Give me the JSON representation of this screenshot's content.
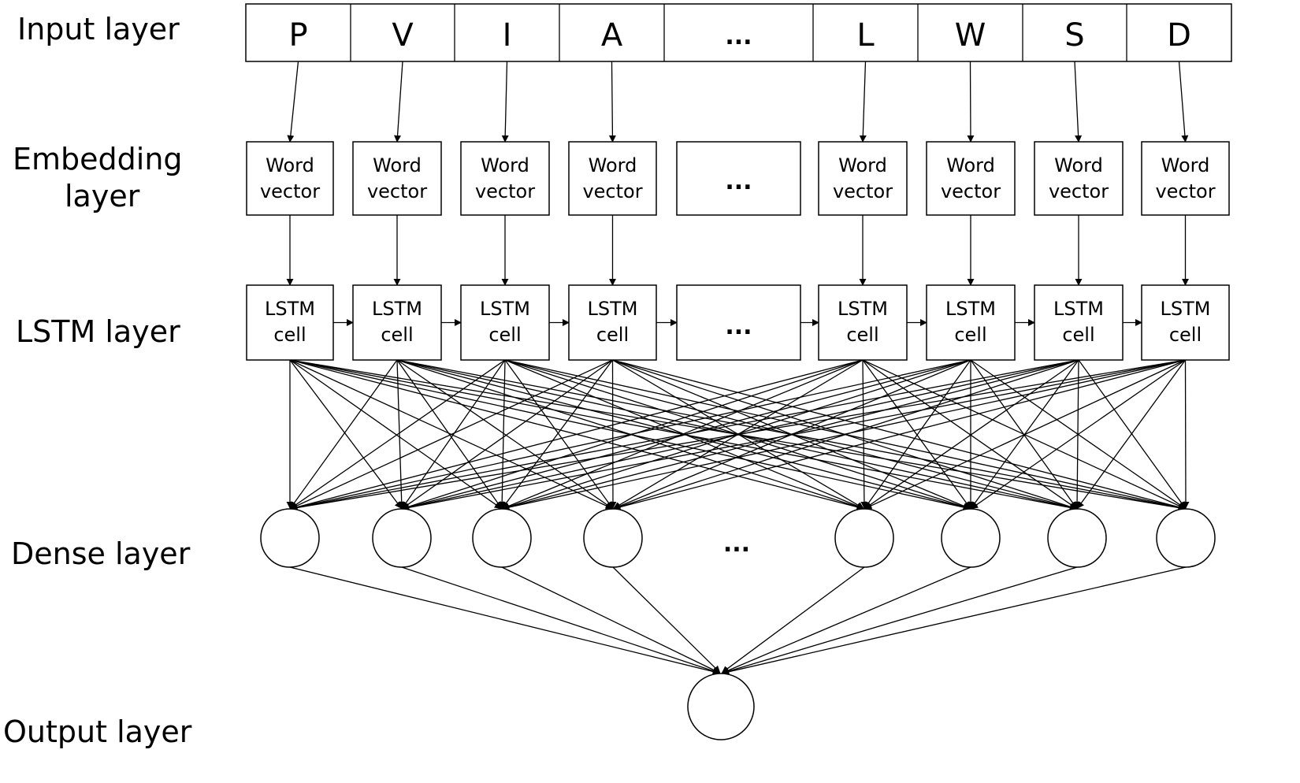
{
  "layers": {
    "input": "Input layer",
    "embedding_line1": "Embedding",
    "embedding_line2": "layer",
    "lstm": "LSTM layer",
    "dense": "Dense layer",
    "output": "Output layer"
  },
  "input_tokens": [
    "P",
    "V",
    "I",
    "A",
    "...",
    "L",
    "W",
    "S",
    "D"
  ],
  "embedding_cell": {
    "line1": "Word",
    "line2": "vector"
  },
  "lstm_cell": {
    "line1": "LSTM",
    "line2": "cell"
  },
  "ellipsis": "...",
  "structure": {
    "columns": 9,
    "ellipsis_column": 4,
    "dense_nodes": 8,
    "output_nodes": 1,
    "lstm_to_dense": "fully-connected"
  }
}
